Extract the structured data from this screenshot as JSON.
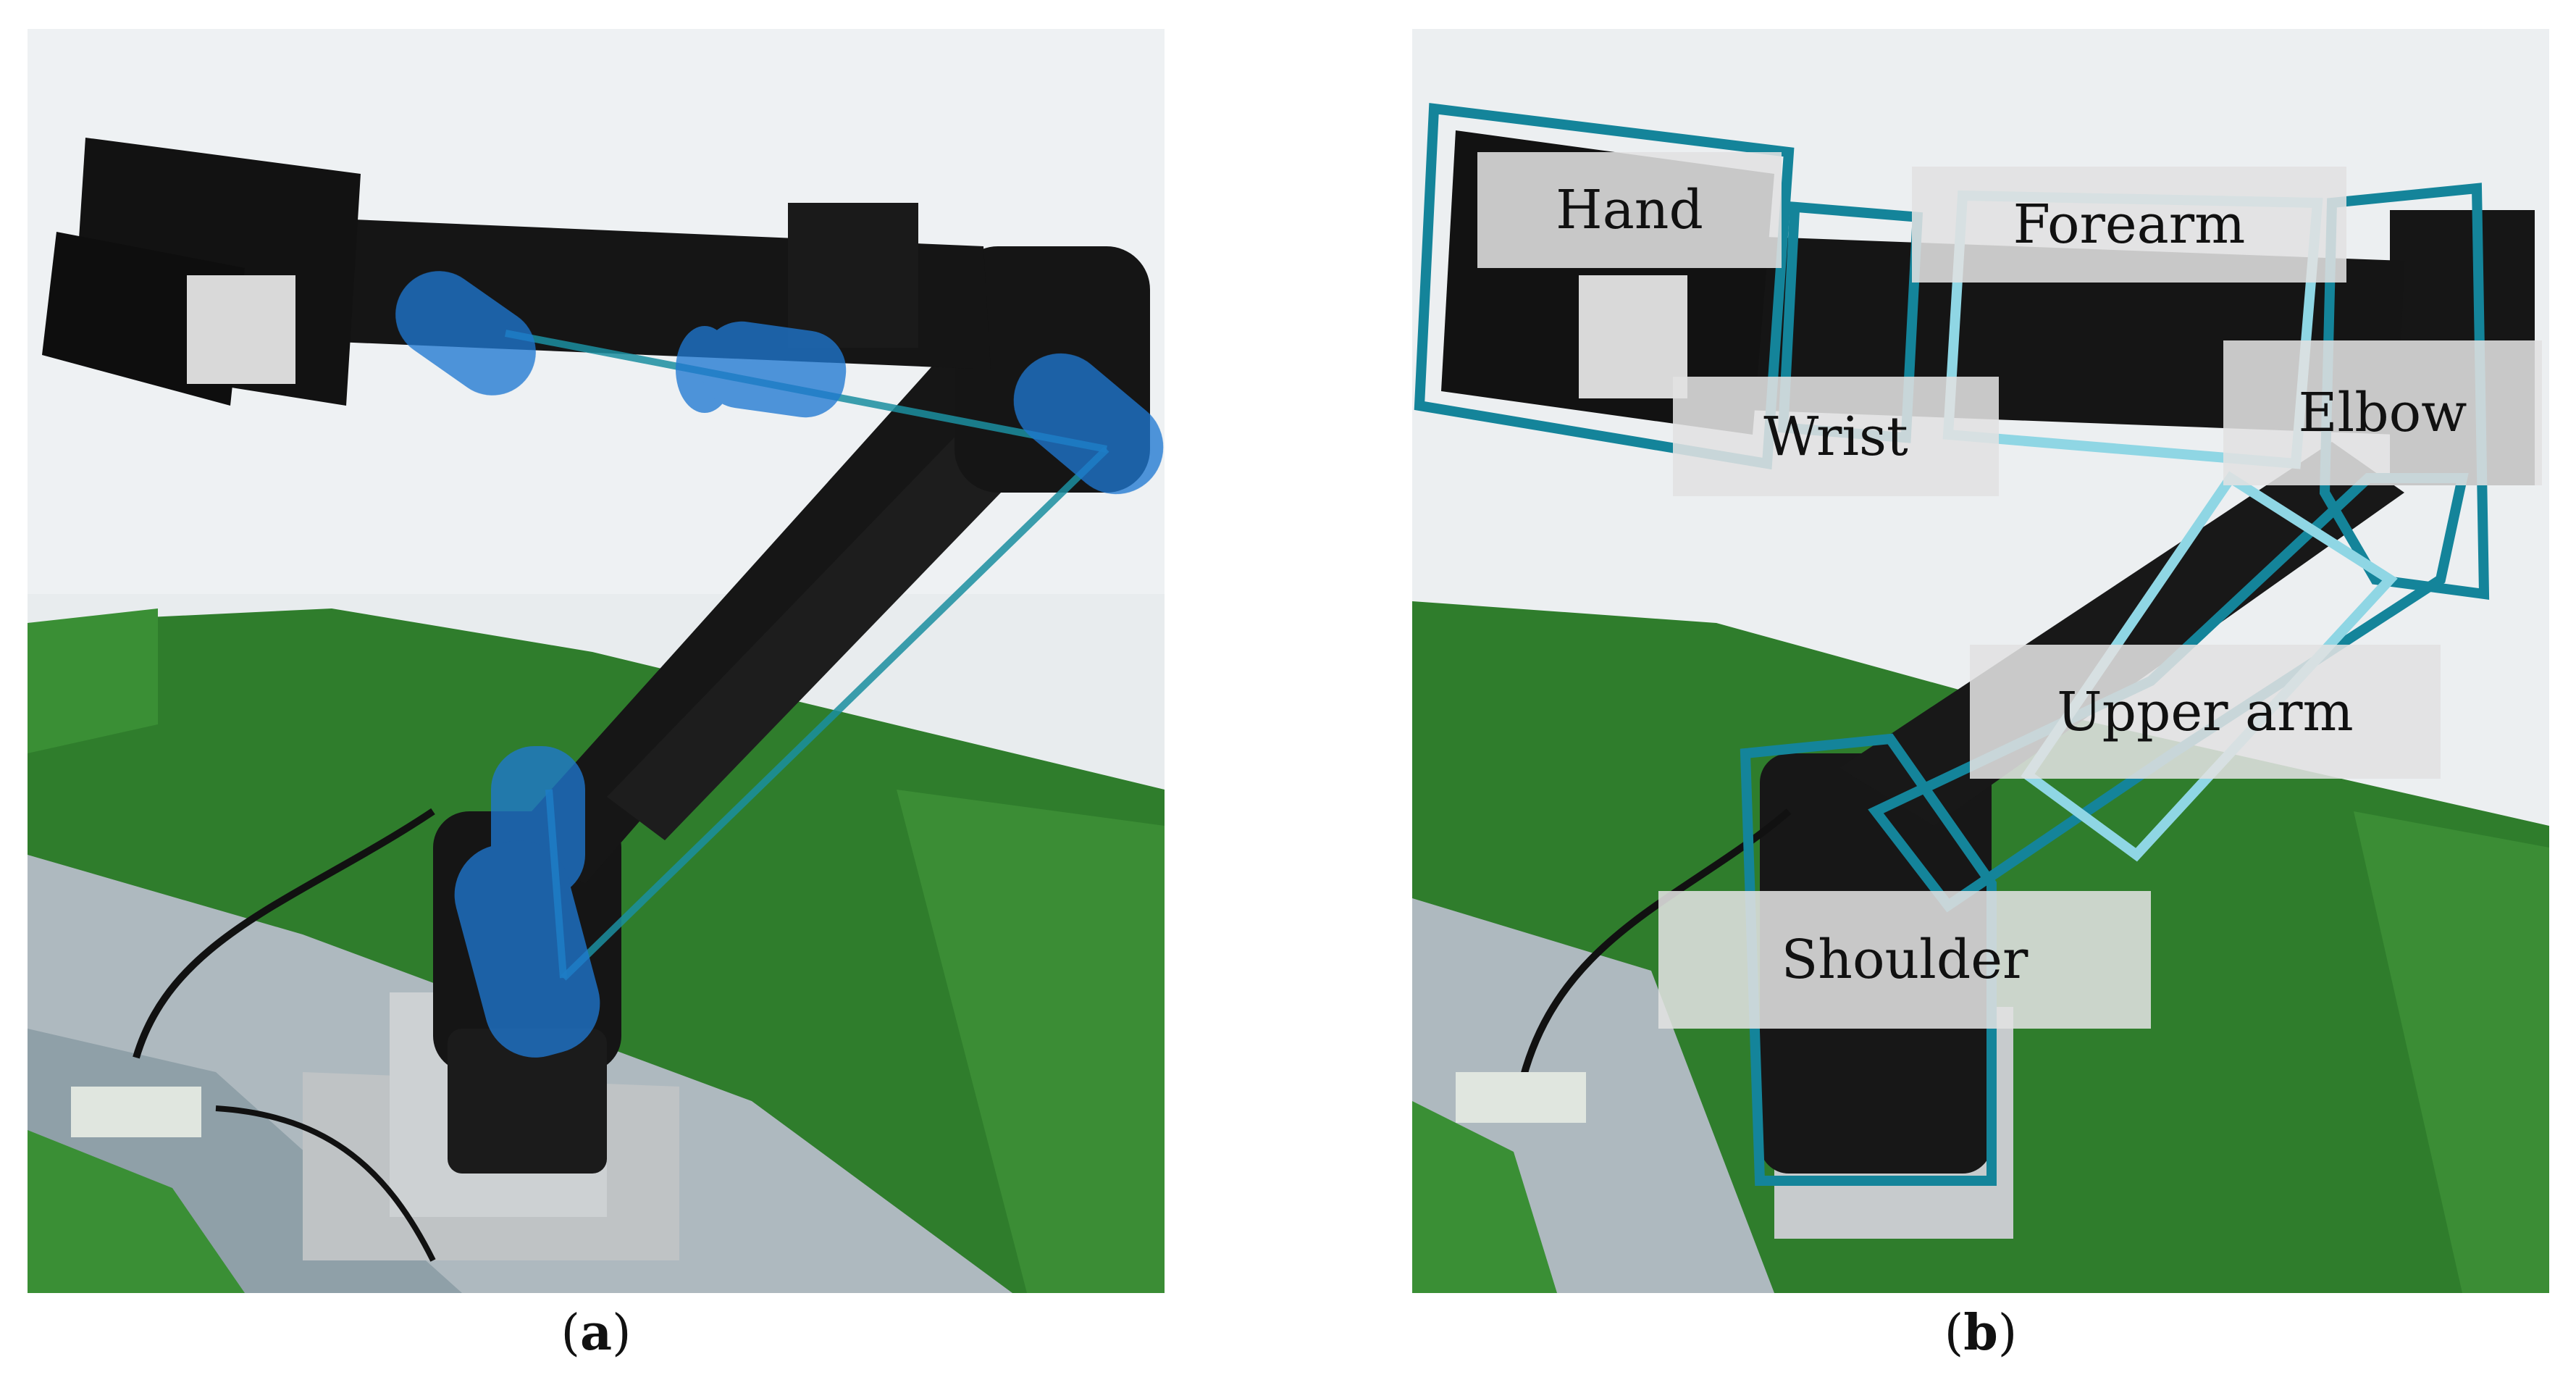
{
  "figure": {
    "panel_a": {
      "caption_open": "(",
      "caption_letter": "a",
      "caption_close": ")"
    },
    "panel_b": {
      "caption_open": "(",
      "caption_letter": "b",
      "caption_close": ")",
      "labels": {
        "hand": "Hand",
        "forearm": "Forearm",
        "wrist": "Wrist",
        "elbow": "Elbow",
        "upper_arm": "Upper arm",
        "shoulder": "Shoulder"
      }
    }
  },
  "colors": {
    "background_wall": "#e9edef",
    "turf": "#2f7d2c",
    "robot_body": "#141414",
    "joint_marker": "#1f78d1",
    "link_line": "#1b8fa0",
    "box_dark": "#14849a",
    "box_light": "#8fd6e4",
    "label_bg": "#e1e1e1"
  }
}
